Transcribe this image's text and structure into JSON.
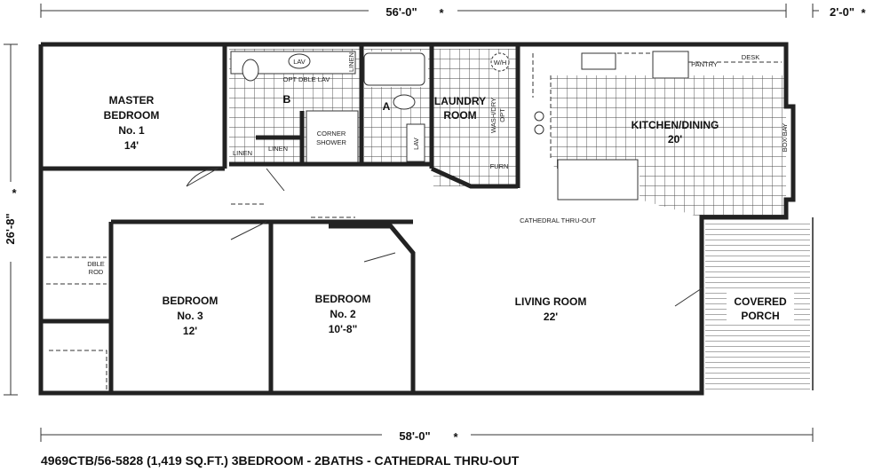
{
  "dimensions": {
    "top_width": "56'-0\"",
    "top_extra": "2'-0\"",
    "left_depth": "26'-8\"",
    "bottom_width": "58'-0\"",
    "marker": "*"
  },
  "rooms": {
    "master": {
      "name1": "MASTER",
      "name2": "BEDROOM",
      "name3": "No. 1",
      "size": "14'"
    },
    "bath_b": {
      "label": "B",
      "lav": "LAV",
      "opt": "OPT DBLE LAV",
      "linen": "LINEN",
      "shower1": "CORNER",
      "shower2": "SHOWER"
    },
    "bath_a": {
      "label": "A",
      "lav": "LAV"
    },
    "laundry": {
      "name1": "LAUNDRY",
      "name2": "ROOM",
      "wash": "WASH/DRY",
      "opt": "OPT",
      "wh": "W/H",
      "furn": "FURN"
    },
    "kitchen": {
      "name": "KITCHEN/DINING",
      "size": "20'",
      "pantry": "PANTRY",
      "desk": "DESK",
      "bay": "BOX BAY"
    },
    "hall": {
      "linen1": "LINEN",
      "linen2": "LINEN",
      "cathedral": "CATHEDRAL THRU-OUT"
    },
    "closet": {
      "l1": "DBLE",
      "l2": "ROD"
    },
    "bedroom3": {
      "name1": "BEDROOM",
      "name2": "No. 3",
      "size": "12'"
    },
    "bedroom2": {
      "name1": "BEDROOM",
      "name2": "No. 2",
      "size": "10'-8\""
    },
    "living": {
      "name": "LIVING ROOM",
      "size": "22'"
    },
    "porch": {
      "name1": "COVERED",
      "name2": "PORCH"
    }
  },
  "caption": "4969CTB/56-5828 (1,419 SQ.FT.) 3BEDROOM - 2BATHS - CATHEDRAL THRU-OUT"
}
